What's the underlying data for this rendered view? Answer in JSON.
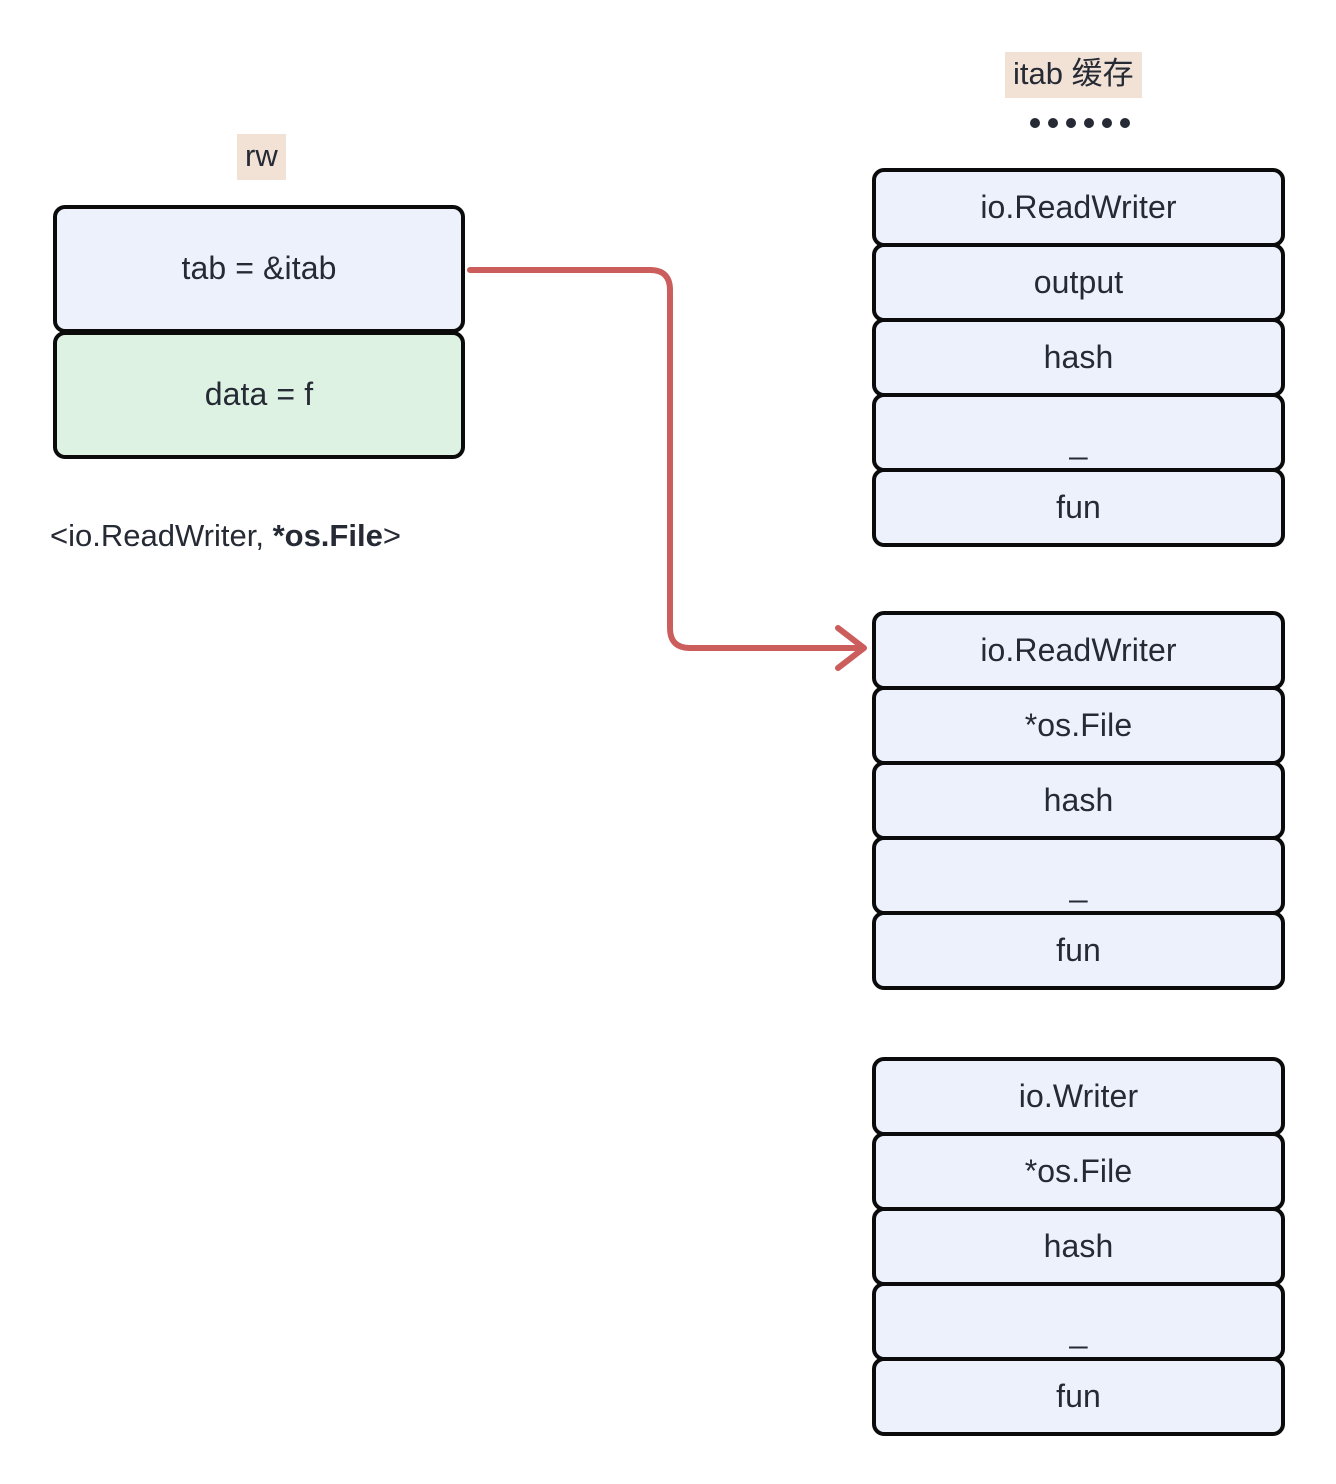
{
  "diagram": {
    "title_cache": "itab 缓存",
    "title_iface": "rw",
    "ellipsis": "······",
    "accent_color": "#cb5d5d",
    "highlight_color": "#f2e1d5",
    "cell_fill_blue": "#edf1fb",
    "cell_fill_green": "#ddf2e2",
    "border_color": "#0b0b0c",
    "text_color": "#252a34"
  },
  "iface": {
    "label": "rw",
    "tab_field": "tab = &itab",
    "data_field": "data = f",
    "caption_prefix": "<io.ReadWriter, ",
    "caption_bold": "*os.File",
    "caption_suffix": ">"
  },
  "itab_cache": {
    "label": "itab 缓存",
    "blocks": [
      {
        "name": "itab-entry-readwriter-output",
        "rows": [
          "io.ReadWriter",
          "output",
          "hash",
          "_",
          "fun"
        ],
        "targeted": false
      },
      {
        "name": "itab-entry-readwriter-osfile",
        "rows": [
          "io.ReadWriter",
          "*os.File",
          "hash",
          "_",
          "fun"
        ],
        "targeted": true
      },
      {
        "name": "itab-entry-writer-osfile",
        "rows": [
          "io.Writer",
          "*os.File",
          "hash",
          "_",
          "fun"
        ],
        "targeted": false
      }
    ]
  },
  "connector": {
    "from": "tab = &itab",
    "to": "io.ReadWriter (block 2 row 1)",
    "color": "#cb5d5d"
  }
}
